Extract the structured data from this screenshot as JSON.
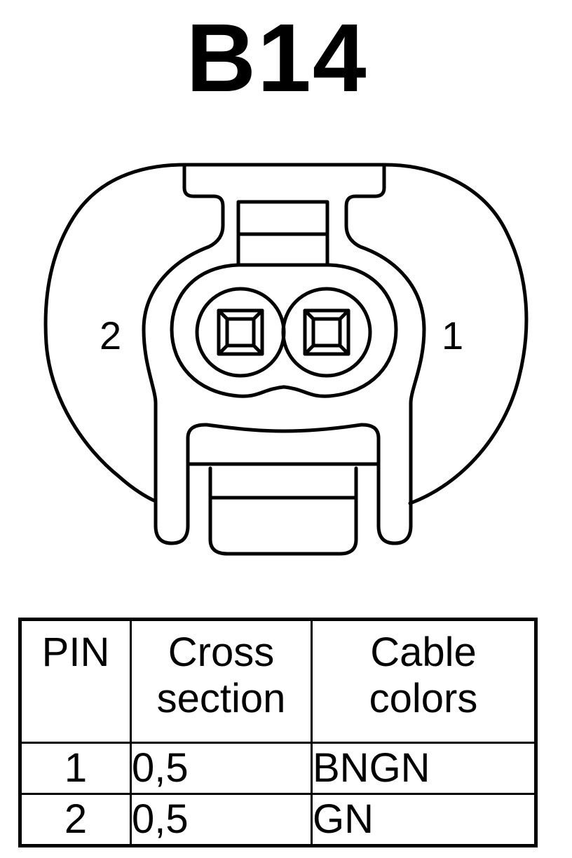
{
  "connector": {
    "id": "B14",
    "pin_labels": {
      "left": "2",
      "right": "1"
    }
  },
  "table": {
    "headers": {
      "pin": "PIN",
      "cross_section_line1": "Cross",
      "cross_section_line2": "section",
      "cable_colors_line1": "Cable",
      "cable_colors_line2": "colors"
    },
    "rows": [
      {
        "pin": "1",
        "cross_section": "0,5",
        "cable_color": "BNGN"
      },
      {
        "pin": "2",
        "cross_section": "0,5",
        "cable_color": "GN"
      }
    ]
  }
}
